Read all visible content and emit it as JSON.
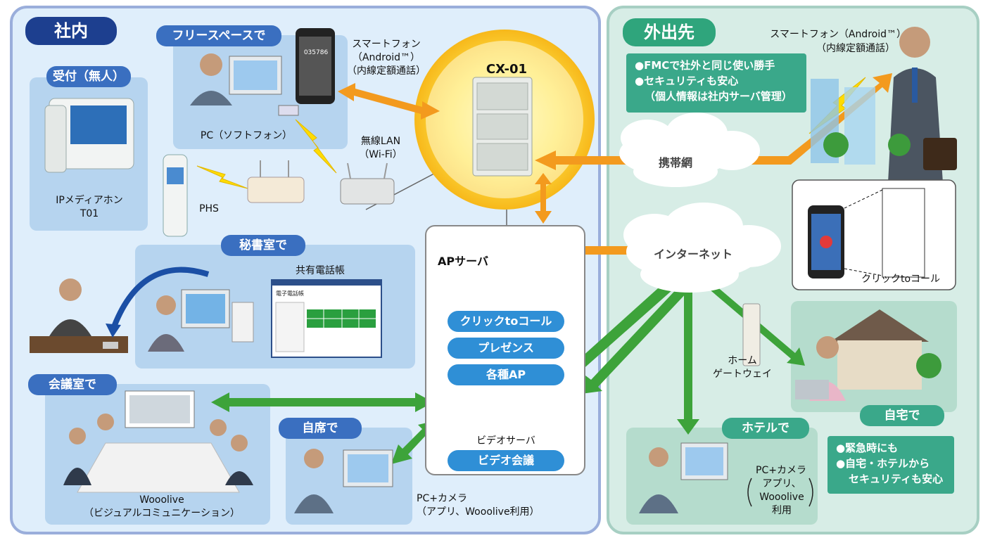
{
  "left_section": {
    "title": "社内"
  },
  "right_section": {
    "title": "外出先"
  },
  "reception": {
    "tag": "受付（無人）",
    "device_line1": "IPメディアホン",
    "device_line2": "T01"
  },
  "free_space": {
    "tag": "フリースペースで",
    "pc_label": "PC（ソフトフォン）",
    "screen_number": "035786"
  },
  "smartphone_in": {
    "line1": "スマートフォン",
    "line2": "（Android™）",
    "line3": "（内線定額通話）"
  },
  "wlan": {
    "line1": "無線LAN",
    "line2": "（Wi-Fi）"
  },
  "phs": {
    "label": "PHS"
  },
  "cx01": {
    "label": "CX-01"
  },
  "secretary": {
    "tag": "秘書室で",
    "phonebook": "共有電話帳",
    "screen_title": "電子電話帳"
  },
  "meeting": {
    "tag": "会議室で",
    "line1": "Wooolive",
    "line2": "（ビジュアルコミュニケーション）"
  },
  "own_seat": {
    "tag": "自席で",
    "line1": "PC+カメラ",
    "line2": "（アプリ、Wooolive利用）"
  },
  "server_box": {
    "ap_server": "APサーバ",
    "services": [
      "クリックtoコール",
      "プレゼンス",
      "各種AP"
    ],
    "video_server": "ビデオサーバ",
    "video_meeting": "ビデオ会議"
  },
  "outside": {
    "smartphone_line1": "スマートフォン（Android™）",
    "smartphone_line2": "（内線定額通話）",
    "benefits": [
      "●FMCで社外と同じ使い勝手",
      "●セキュリティも安心",
      "（個人情報は社内サーバ管理）"
    ],
    "mobile_net": "携帯網",
    "internet": "インターネット",
    "click_to_call": "クリックtoコール",
    "gateway_line1": "ホーム",
    "gateway_line2": "ゲートウェイ",
    "home_tag": "自宅で",
    "hotel_tag": "ホテルで",
    "hotel_line1": "PC+カメラ",
    "hotel_line2": "アプリ、",
    "hotel_line3": "Wooolive",
    "hotel_line4": "利用",
    "emergency": [
      "●緊急時にも",
      "●自宅・ホテルから",
      "セキュリティも安心"
    ]
  },
  "colors": {
    "orange_arrow": "#f39a1e",
    "green_arrow": "#3da33a",
    "navy_tag": "#1d3f8f",
    "green_tag": "#2fa57c"
  }
}
